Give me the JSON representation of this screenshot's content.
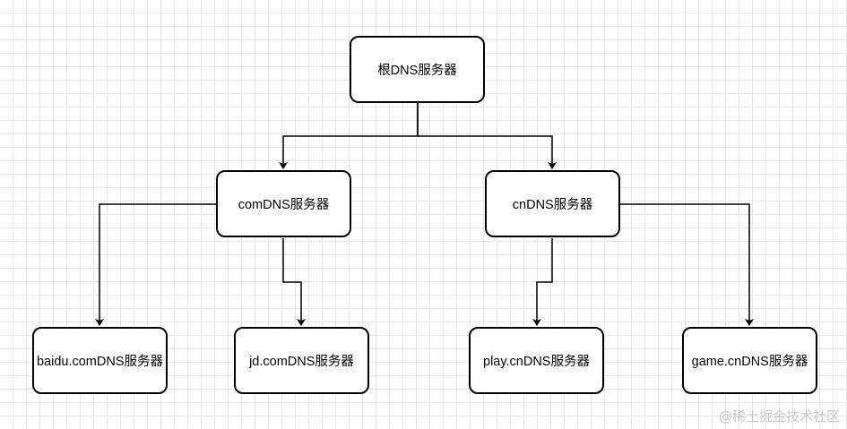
{
  "diagram": {
    "nodes": {
      "root": "根DNS服务器",
      "com": "comDNS服务器",
      "cn": "cnDNS服务器",
      "baidu": "baidu.comDNS服务器",
      "jd": "jd.comDNS服务器",
      "play": "play.cnDNS服务器",
      "game": "game.cnDNS服务器"
    },
    "edges": [
      {
        "from": "root",
        "to": "com"
      },
      {
        "from": "root",
        "to": "cn"
      },
      {
        "from": "com",
        "to": "baidu"
      },
      {
        "from": "com",
        "to": "jd"
      },
      {
        "from": "cn",
        "to": "play"
      },
      {
        "from": "cn",
        "to": "game"
      }
    ]
  },
  "watermark": "@稀土掘金技术社区"
}
